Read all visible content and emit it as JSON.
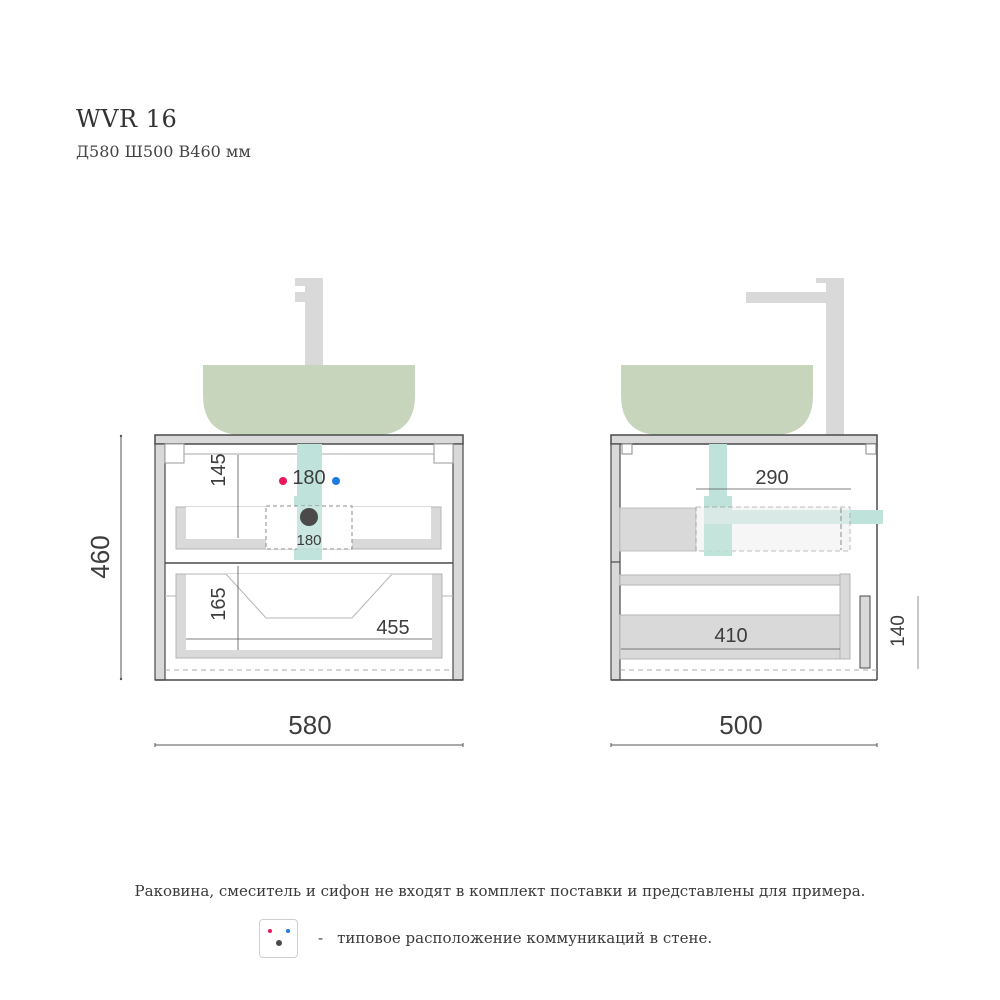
{
  "header": {
    "title": "WVR 16",
    "subtitle": "Д580 Ш500 В460 мм"
  },
  "colors": {
    "basin": "#c8d5bd",
    "faucet": "#d9d9d9",
    "siphon": "#bfe3da",
    "panel": "#d9d9d9",
    "outline": "#4a4a4a",
    "hot_water": "#e8185a",
    "cold_water": "#1f7be0",
    "drain": "#4a4a4a"
  },
  "front_view": {
    "dimensions": {
      "height": "460",
      "width": "580",
      "top_drawer_depth": "145",
      "pipe_spacing": "180",
      "siphon_cutout": "180",
      "bottom_drawer_depth": "165",
      "bottom_drawer_width": "455"
    }
  },
  "side_view": {
    "dimensions": {
      "depth": "500",
      "siphon_cutout": "290",
      "drawer_length": "410",
      "handle_height": "140"
    }
  },
  "footer": {
    "note": "Раковина, смеситель и сифон не входят в комплект поставки и представлены для примера.",
    "legend_dash": "-",
    "legend_text": "типовое расположение коммуникаций в стене."
  }
}
